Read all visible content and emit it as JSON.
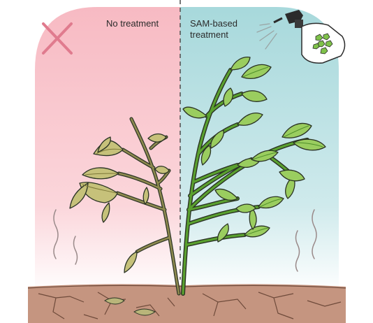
{
  "labels": {
    "no_treatment": "No treatment",
    "treated_line1": "SAM-based",
    "treated_line2": "treatment"
  },
  "icons": {
    "left_panel": "cross-mark-icon",
    "right_panel": "spray-bottle-icon"
  },
  "colors": {
    "left_background": "#f7b9c2",
    "right_background": "#a6d8db",
    "cross": "#e07b8e",
    "soil": "#c59580",
    "healthy_leaf": "#9acd5f",
    "healthy_stem": "#5aa12f",
    "wilted_leaf": "#c6c17a",
    "wilted_stem": "#8e8a4f",
    "outline": "#2a3324"
  }
}
